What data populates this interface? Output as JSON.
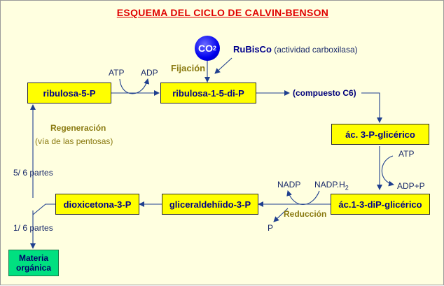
{
  "title": "ESQUEMA DEL CICLO DE CALVIN-BENSON",
  "colors": {
    "box_fill": "#ffff00",
    "box_text": "#00008b",
    "title": "#e00000",
    "co2_fill": "#0000ee",
    "materia_fill": "#00e080",
    "label_olive": "#8a7a10",
    "background": "#ffffe0"
  },
  "co2": {
    "main": "CO",
    "sub": "2"
  },
  "enzyme": {
    "name": "RuBisCo",
    "description": "(actividad carboxilasa)"
  },
  "steps": {
    "fijacion": "Fijación",
    "reduccion": "Reducción",
    "regeneracion": "Regeneración",
    "regeneracion_note": "(vía de las pentosas)"
  },
  "boxes": {
    "ribulosa_5p": "ribulosa-5-P",
    "ribulosa_15dip": "ribulosa-1-5-di-P",
    "ac_3p_glicerico": "ác. 3-P-glicérico",
    "ac_13dip_glicerico": "ác.1-3-diP-glicérico",
    "gliceraldehido": "gliceraldehíido-3-P",
    "dioxicetona": "dioxicetona-3-P",
    "materia_line1": "Materia",
    "materia_line2": "orgánica"
  },
  "compuesto_c6": "(compuesto C6)",
  "cofactors": {
    "atp_1": "ATP",
    "adp_1": "ADP",
    "atp_2": "ATP",
    "adp_p": "ADP+P",
    "nadp": "NADP",
    "nadph2_main": "NADP.H",
    "nadph2_sub": "2",
    "p": "P"
  },
  "fractions": {
    "cinco_sextos": "5/ 6 partes",
    "un_sexto": "1/ 6 partes"
  }
}
